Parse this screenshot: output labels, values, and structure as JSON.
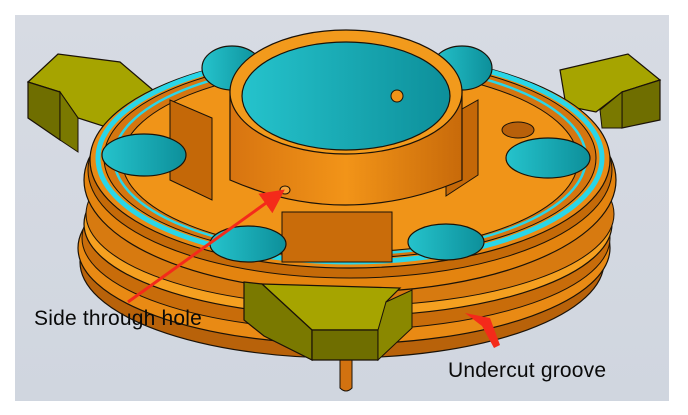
{
  "figure": {
    "subject": "Machined circular flange part with three mounting lugs (3D CAD render)",
    "colors": {
      "background_panel": "#d5dae2",
      "body_orange": "#e07a10",
      "body_orange_light": "#f59a1c",
      "body_orange_dark": "#a85a08",
      "lug_olive": "#a8a800",
      "lug_olive_dark": "#6f6f00",
      "hole_cyan": "#1fb8c4",
      "ring_cyan": "#2ad6e8",
      "arrow_red": "#f42a1a",
      "outline": "#1a1208"
    }
  },
  "annotations": [
    {
      "id": "side-through-hole",
      "label": "Side through hole"
    },
    {
      "id": "undercut-groove",
      "label": "Undercut groove"
    }
  ]
}
